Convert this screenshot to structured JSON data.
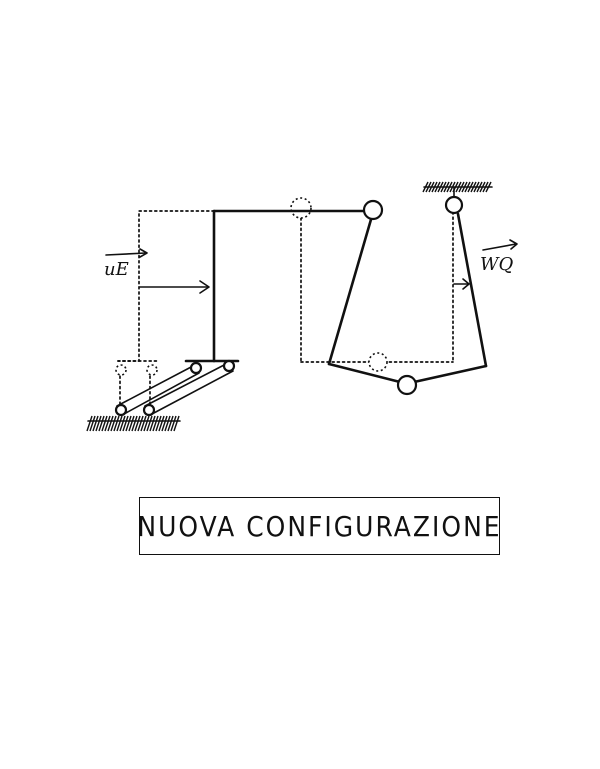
{
  "caption": "NUOVA CONFIGURAZIONE",
  "labels": {
    "left_vector": "uE",
    "right_vector": "WQ"
  },
  "colors": {
    "ink": "#111111",
    "paper": "#ffffff"
  }
}
